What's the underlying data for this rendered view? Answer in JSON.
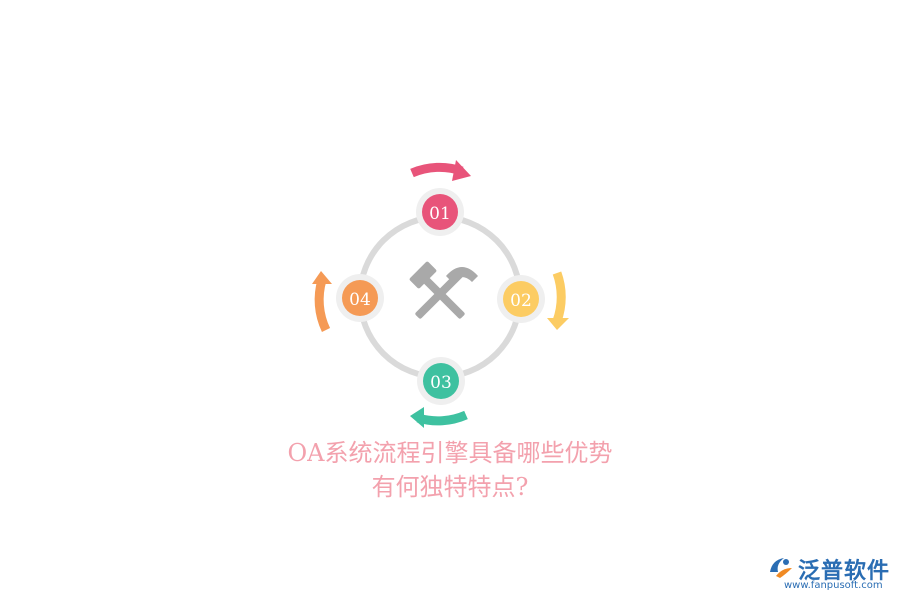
{
  "diagram": {
    "nodes": [
      {
        "id": "01",
        "color": "#e8547a"
      },
      {
        "id": "02",
        "color": "#fccc63"
      },
      {
        "id": "03",
        "color": "#3ec1a0"
      },
      {
        "id": "04",
        "color": "#f59a55"
      }
    ],
    "center_icon": "hammer-pick-tools-icon",
    "ring_color": "#dadada"
  },
  "title": {
    "line1": "OA系统流程引擎具备哪些优势",
    "line2": "有何独特特点?"
  },
  "logo": {
    "name": "泛普软件",
    "url": "www.fanpusoft.com",
    "icon": "fanpu-logo-icon"
  }
}
